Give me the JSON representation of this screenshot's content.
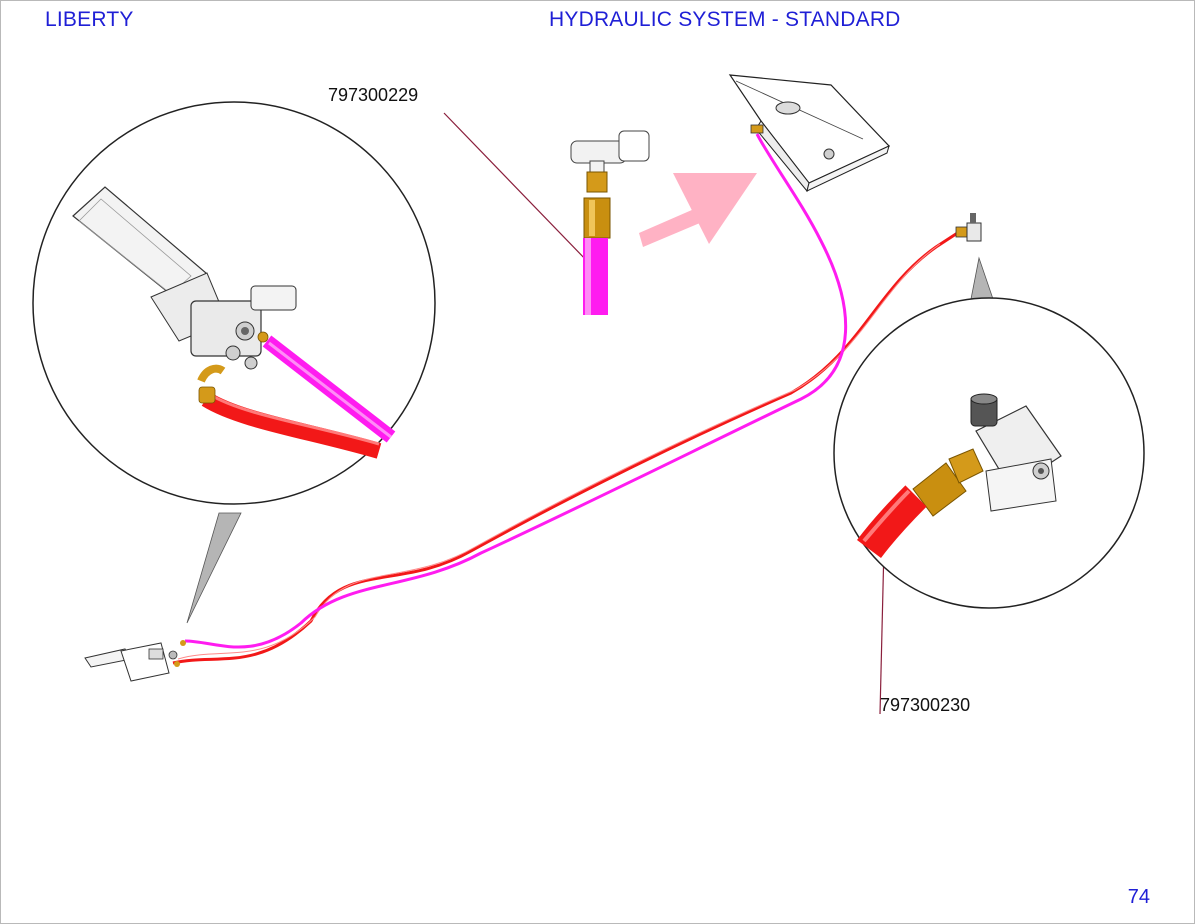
{
  "header": {
    "left": "LIBERTY",
    "center": "HYDRAULIC SYSTEM - STANDARD"
  },
  "footer": {
    "page_number": "74"
  },
  "callouts": [
    {
      "part_number": "797300229"
    },
    {
      "part_number": "797300230"
    }
  ],
  "colors": {
    "header_text": "#1f1fd6",
    "hose_magenta": "#ff1cf0",
    "hose_red": "#f21818",
    "arrow_pink": "#ffb2c4",
    "leader_line": "#8a1f3c",
    "fitting_brass": "#d49a1a"
  },
  "icons": [
    "brake-pedal-icon",
    "master-cylinder-icon",
    "reservoir-tank-icon",
    "caliper-valve-icon",
    "hose-fitting-icon",
    "direction-arrow-icon"
  ]
}
